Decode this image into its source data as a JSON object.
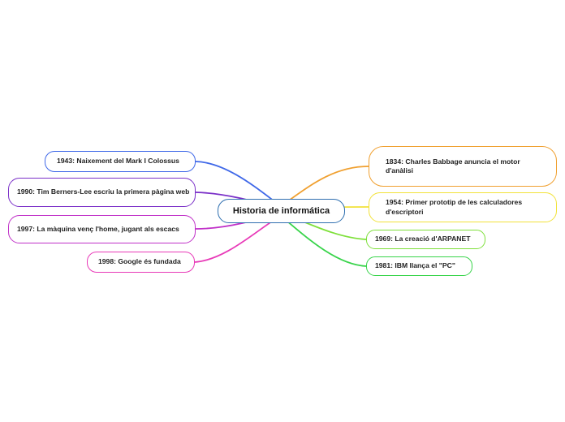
{
  "central": {
    "label": "Historia de informática"
  },
  "left_branches": [
    {
      "label": "1943: Naixement del Mark I Colossus",
      "color": "#3f68e8"
    },
    {
      "label": "1990: Tim Berners-Lee escriu la primera pàgina web",
      "color": "#7a2fc8"
    },
    {
      "label": "1997: La màquina venç l'home, jugant als escacs",
      "color": "#c030c8"
    },
    {
      "label": "1998: Google és fundada",
      "color": "#e83ab8"
    }
  ],
  "right_branches": [
    {
      "label": "1834: Charles Babbage anuncia el motor d'anàlisi",
      "color": "#f0a030"
    },
    {
      "label": "1954: Primer prototip de les calculadores d'escriptori",
      "color": "#f2e23a"
    },
    {
      "label": "1969: La creació d'ARPANET",
      "color": "#7ee03a"
    },
    {
      "label": "1981: IBM llança el \"PC\"",
      "color": "#38d44a"
    }
  ],
  "colors": {
    "central_border": "#2f6fb0"
  }
}
